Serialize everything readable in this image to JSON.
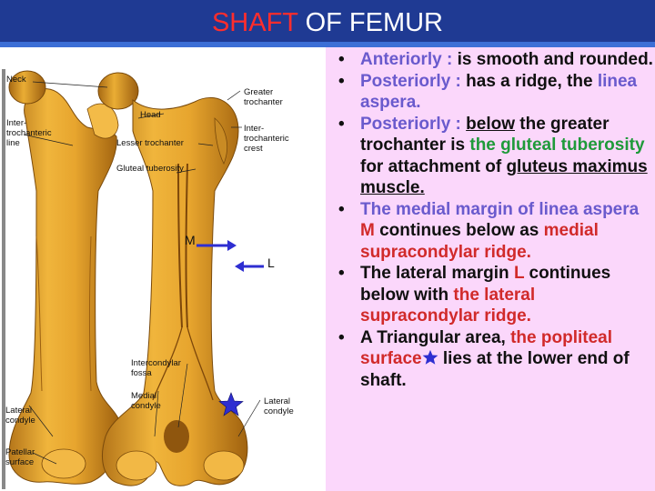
{
  "title": {
    "part1": "SHAFT",
    "part2": " OF FEMUR"
  },
  "figure": {
    "labels": {
      "neck": "Neck",
      "head": "Head",
      "greater_trochanter": "Greater trochanter",
      "intertrochanteric_line": "Inter-trochanteric line",
      "intertrochanteric_crest": "Inter-trochanteric crest",
      "lesser_trochanter": "Lesser trochanter",
      "gluteal_tuberosity": "Gluteal tuberosity",
      "m": "M",
      "l": "L",
      "intercondylar_fossa": "Intercondylar fossa",
      "medial_condyle": "Medial condyle",
      "lateral_condyle_right": "Lateral condyle",
      "lateral_condyle_left": "Lateral condyle",
      "patellar_surface": "Patellar surface"
    }
  },
  "bullets": [
    {
      "a": "Anteriorly : ",
      "b": "is smooth and rounded."
    },
    {
      "a": "Posteriorly : ",
      "b": "has a ridge, the ",
      "c": "linea aspera."
    },
    {
      "a": "Posteriorly : ",
      "b": "below",
      "c": " the greater trochanter is ",
      "d": "the gluteal tuberosity",
      "e": " for attachment of ",
      "f": "gluteus maximus muscle."
    },
    {
      "a": "The medial margin of linea aspera  ",
      "b": "M",
      "c": " continues below as ",
      "d": "medial supracondylar ridge."
    },
    {
      "a": "The lateral margin ",
      "b": "L",
      "c": " continues below with ",
      "d": "the lateral supracondylar ridge."
    },
    {
      "a": "A Triangular area, ",
      "b": "the popliteal surface",
      "c": " lies at the lower end of shaft."
    }
  ],
  "colors": {
    "title_bg": "#1f3a93",
    "panel_bg": "#fbd7fb",
    "accent_red": "#d12a2a",
    "accent_green": "#1f9a3a",
    "accent_blue": "#6a5acd",
    "star": "#2e2ed1"
  }
}
